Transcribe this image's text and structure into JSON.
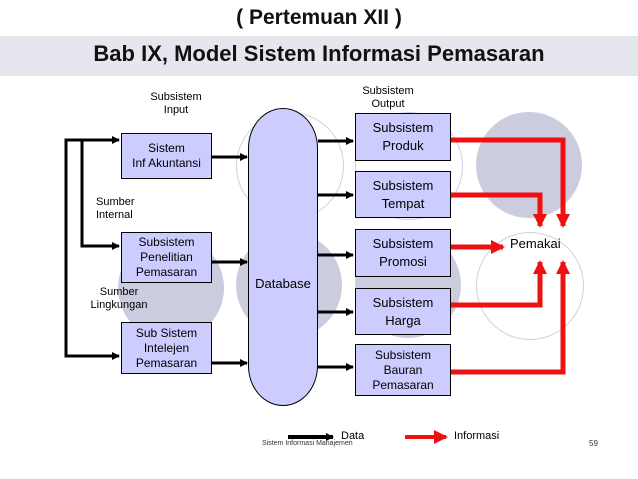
{
  "title_line1": "( Pertemuan XII )",
  "title_line2": "Bab IX, Model Sistem Informasi Pemasaran",
  "labels": {
    "subsistem_input": "Subsistem\nInput",
    "subsistem_output": "Subsistem\nOutput",
    "sumber_internal": "Sumber\nInternal",
    "sumber_lingkungan": "Sumber\nLingkungan"
  },
  "input_boxes": [
    "Sistem\nInf Akuntansi",
    "Subsistem\nPenelitian\nPemasaran",
    "Sub Sistem\nIntelejen\nPemasaran"
  ],
  "database": "Database",
  "output_boxes": [
    "Subsistem\nProduk",
    "Subsistem\nTempat",
    "Subsistem\nPromosi",
    "Subsistem\nHarga",
    "Subsistem\nBauran\nPemasaran"
  ],
  "pemakai": "Pemakai",
  "legend": {
    "data": "Data",
    "informasi": "Informasi"
  },
  "footer": "Sistem Informasi Manajemen",
  "page_number": "59",
  "colors": {
    "box_fill": "#ccccff",
    "info_arrow": "#ee1111",
    "data_arrow": "#000000"
  }
}
